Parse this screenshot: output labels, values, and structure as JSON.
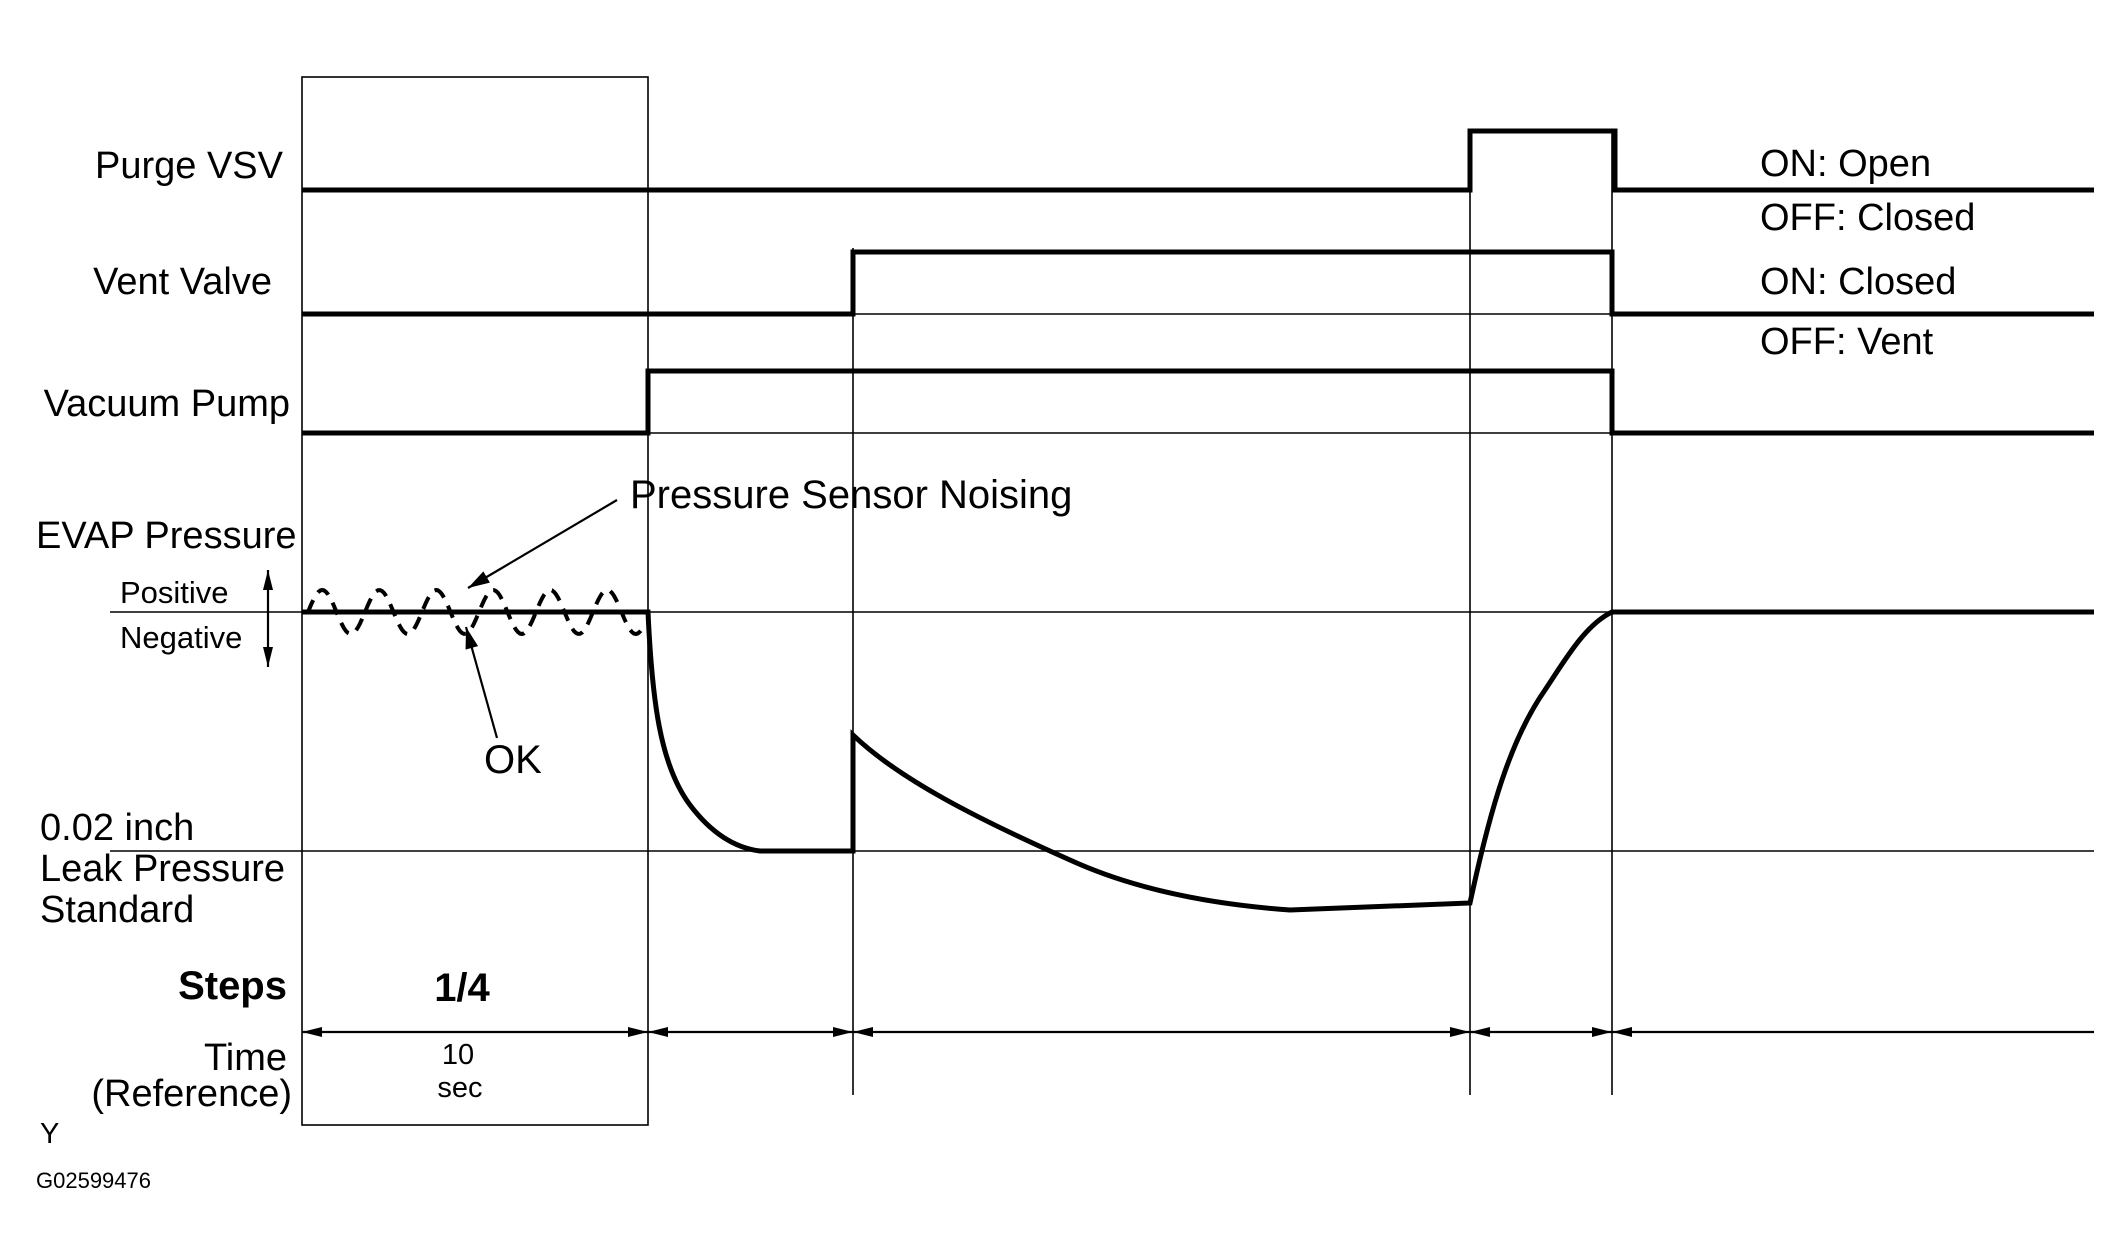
{
  "signals": {
    "purge_vsv": "Purge VSV",
    "vent_valve": "Vent Valve",
    "vacuum_pump": "Vacuum Pump",
    "evap_pressure": "EVAP Pressure"
  },
  "states": {
    "purge_on": "ON: Open",
    "purge_off": "OFF: Closed",
    "vent_on": "ON: Closed",
    "vent_off": "OFF: Vent"
  },
  "pressure": {
    "positive": "Positive",
    "negative": "Negative",
    "leak_line1": "0.02 inch",
    "leak_line2": "Leak Pressure",
    "leak_line3": "Standard"
  },
  "annotations": {
    "noising": "Pressure Sensor Noising",
    "ok": "OK"
  },
  "steps": {
    "label": "Steps",
    "step1": "1/4"
  },
  "time": {
    "label1": "Time",
    "label2": "(Reference)",
    "value": "10",
    "unit": "sec"
  },
  "footer": {
    "marker": "Y",
    "code": "G02599476"
  }
}
